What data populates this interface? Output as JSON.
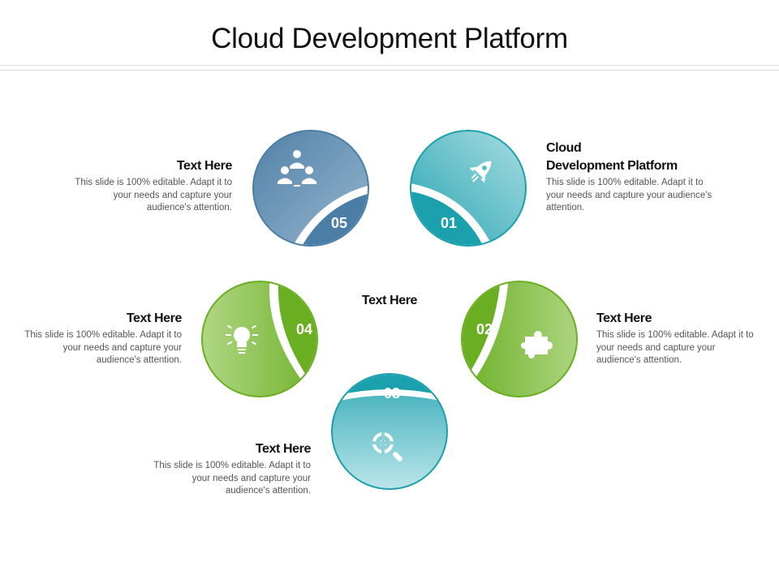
{
  "title": "Cloud Development Platform",
  "center_label": "Text Here",
  "colors": {
    "steel_blue": "#4b7ea6",
    "teal": "#1ba0ad",
    "green": "#6aae22",
    "text_dark": "#111111",
    "text_gray": "#555555"
  },
  "steps": [
    {
      "number": "01",
      "icon": "rocket-icon",
      "color": "#1ba0ad",
      "heading": "Cloud Development Platform",
      "heading_line1": "Cloud",
      "heading_line2": "Development Platform",
      "body": "This slide is 100% editable. Adapt it to your needs and capture your audience's attention."
    },
    {
      "number": "02",
      "icon": "puzzle-icon",
      "color": "#6aae22",
      "heading": "Text Here",
      "body": "This slide is 100% editable. Adapt it to your needs and capture your audience's attention."
    },
    {
      "number": "03",
      "icon": "search-target-icon",
      "color": "#1ba0ad",
      "heading": "Text Here",
      "body": "This slide is 100% editable. Adapt it to your needs and capture your audience's attention."
    },
    {
      "number": "04",
      "icon": "lightbulb-icon",
      "color": "#6aae22",
      "heading": "Text Here",
      "body": "This slide is 100% editable. Adapt it to your needs and capture your audience's attention."
    },
    {
      "number": "05",
      "icon": "team-icon",
      "color": "#4b7ea6",
      "heading": "Text Here",
      "body": "This slide is 100% editable. Adapt it to your needs and capture your audience's attention."
    }
  ]
}
